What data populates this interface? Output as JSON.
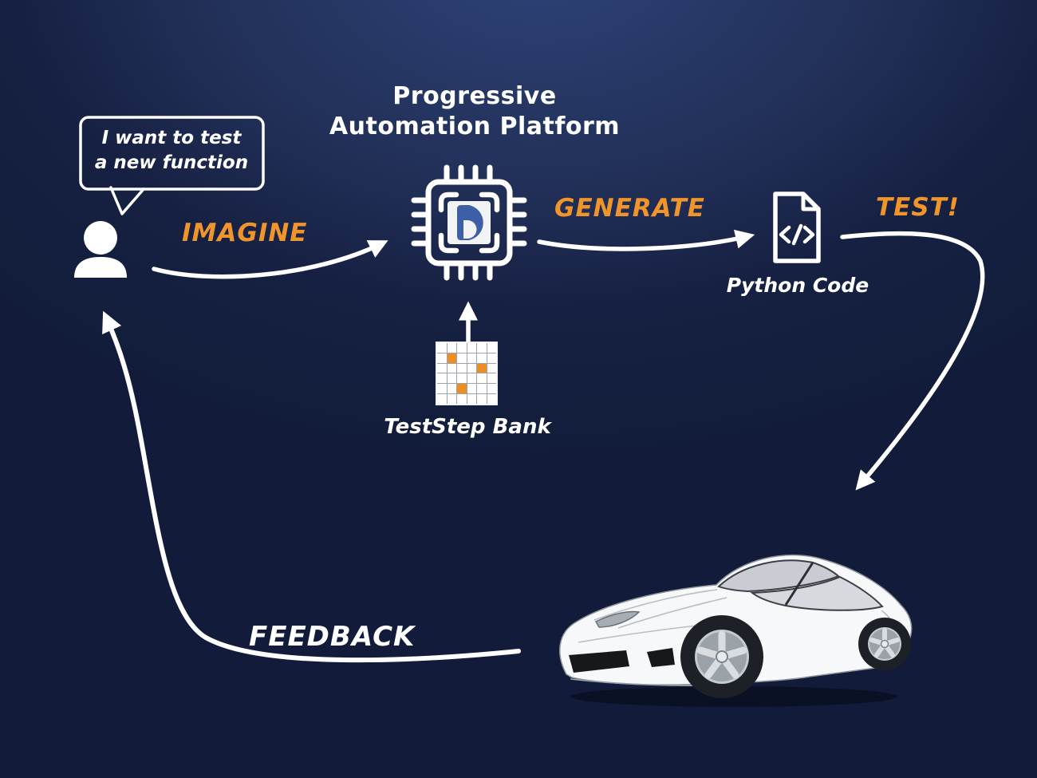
{
  "background": {
    "center_color": "#2e4378",
    "edge_color": "#121c3a"
  },
  "colors": {
    "accent": "#f0952c",
    "text": "#ffffff",
    "logo_blue": "#3d5fa8"
  },
  "speech_bubble": {
    "lines": [
      "I want to test",
      "a new function"
    ]
  },
  "platform": {
    "title_line1": "Progressive",
    "title_line2": "Automation Platform"
  },
  "flow_labels": {
    "imagine": "IMAGINE",
    "generate": "GENERATE",
    "test": "TEST!",
    "feedback": "FEEDBACK"
  },
  "artifacts": {
    "python_code_label": "Python Code",
    "teststep_bank_label": "TestStep Bank",
    "code_icon_glyph": "</>"
  },
  "teststep_grid": {
    "rows": 6,
    "cols": 6,
    "highlighted_cells": [
      [
        1,
        1
      ],
      [
        2,
        4
      ],
      [
        4,
        2
      ]
    ],
    "cell_color": "#ffffff",
    "highlight_color": "#ee8e20",
    "line_color": "#9aa2b0"
  }
}
